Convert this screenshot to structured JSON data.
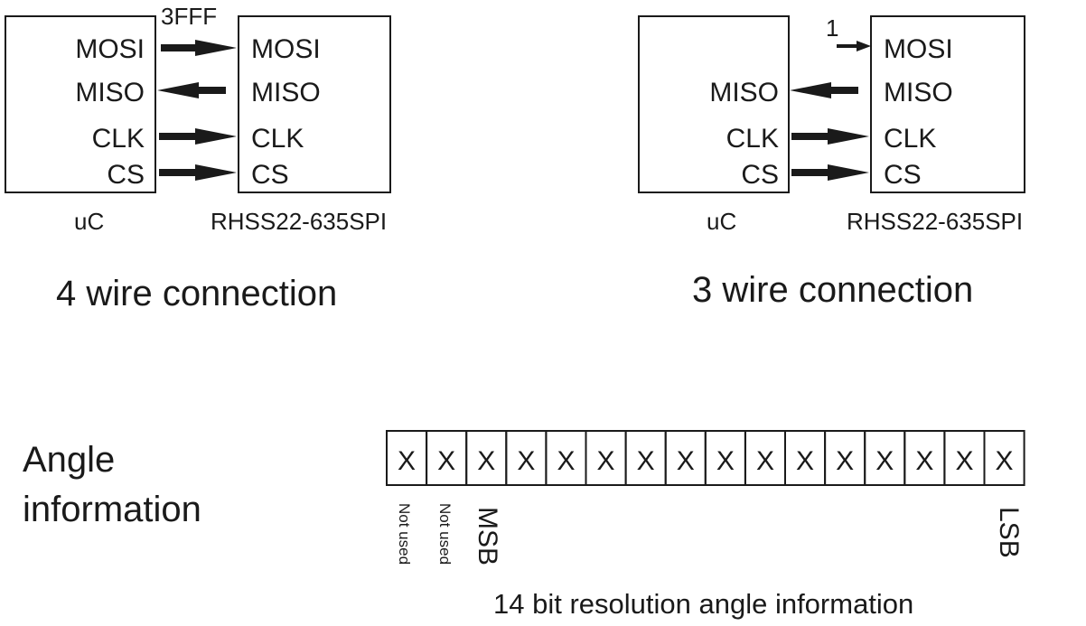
{
  "four_wire": {
    "uc_pins": [
      "MOSI",
      "MISO",
      "CLK",
      "CS"
    ],
    "sensor_pins": [
      "MOSI",
      "MISO",
      "CLK",
      "CS"
    ],
    "uc_label": "uC",
    "sensor_label": "RHSS22-635SPI",
    "mosi_value": "3FFF",
    "caption": "4 wire connection"
  },
  "three_wire": {
    "uc_pins": [
      "MISO",
      "CLK",
      "CS"
    ],
    "sensor_pins": [
      "MOSI",
      "MISO",
      "CLK",
      "CS"
    ],
    "uc_label": "uC",
    "sensor_label": "RHSS22-635SPI",
    "mosi_value": "1",
    "caption": "3 wire connection"
  },
  "angle": {
    "title_line1": "Angle",
    "title_line2": "information",
    "bits": [
      "X",
      "X",
      "X",
      "X",
      "X",
      "X",
      "X",
      "X",
      "X",
      "X",
      "X",
      "X",
      "X",
      "X",
      "X",
      "X"
    ],
    "not_used_1": "Not used",
    "not_used_2": "Not used",
    "msb": "MSB",
    "lsb": "LSB",
    "caption": "14 bit resolution angle information"
  }
}
